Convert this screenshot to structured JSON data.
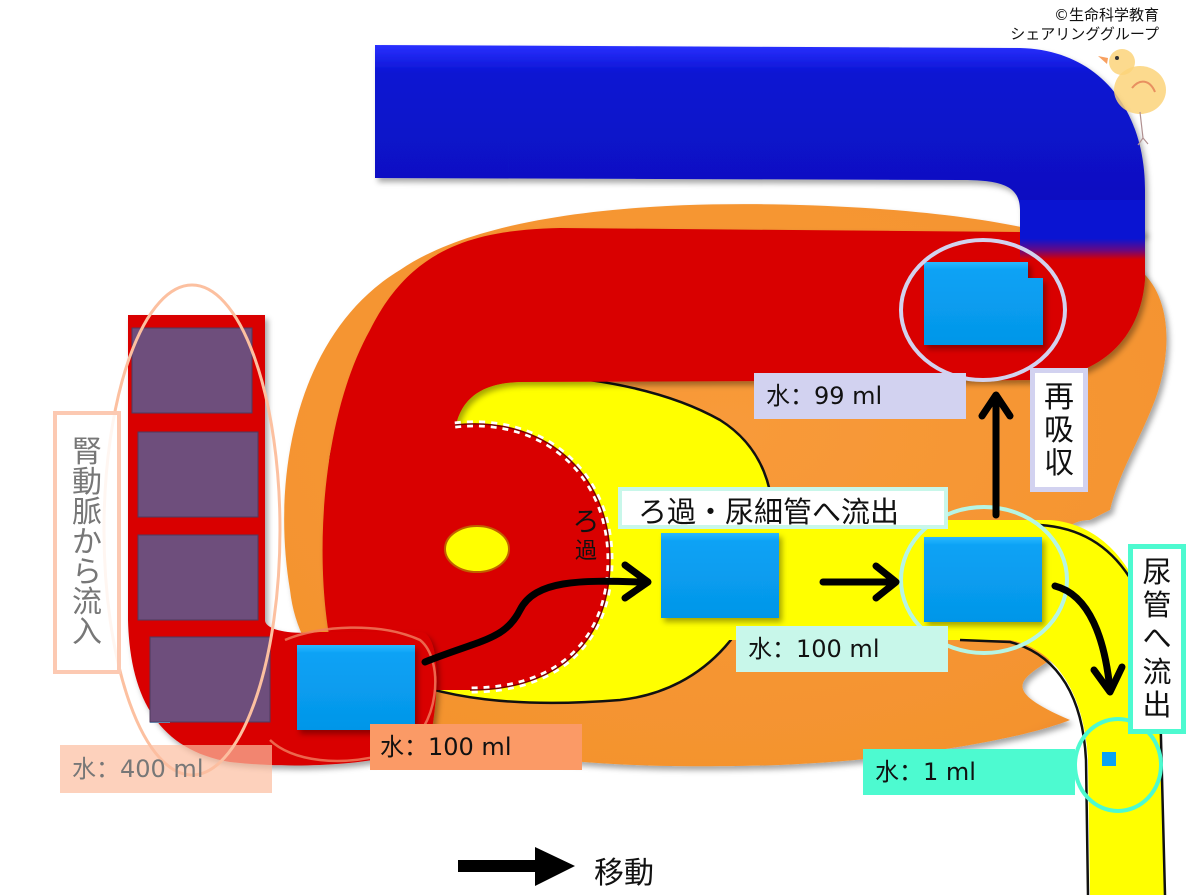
{
  "copyright": {
    "line1": "©生命科学教育",
    "line2": "シェアリンググループ"
  },
  "labels": {
    "artery_inflow": [
      "腎",
      "動",
      "脈",
      "か",
      "ら",
      "流",
      "入"
    ],
    "water_artery": "水：400 ml",
    "water_glomerulus": "水：100 ml",
    "filtration_short": [
      "ろ",
      "過"
    ],
    "filtration_outflow": "ろ過・尿細管へ流出",
    "water_tubule": "水：100 ml",
    "water_reabsorbed": "水：99 ml",
    "reabsorption": [
      "再",
      "吸",
      "収"
    ],
    "ureter_outflow": [
      "尿",
      "管",
      "へ",
      "流",
      "出"
    ],
    "water_ureter": "水：1 ml",
    "legend_move": "移動"
  },
  "colors": {
    "vein_blue": "#0a14d2",
    "artery_red": "#d90000",
    "tissue_orange": "#f89a3a",
    "tubule_yellow": "#ffff00",
    "water_block": "#09a2f5",
    "blood_cell_purple": "#6e4e7c",
    "artery_label_bg": "#fcc9b2",
    "glomerulus_label_bg": "#fb9a66",
    "tubule_label_bg": "#c8f7ea",
    "reabsorb_label_bg": "#d2d2f0",
    "ureter_label_bg": "#4dfad0"
  }
}
